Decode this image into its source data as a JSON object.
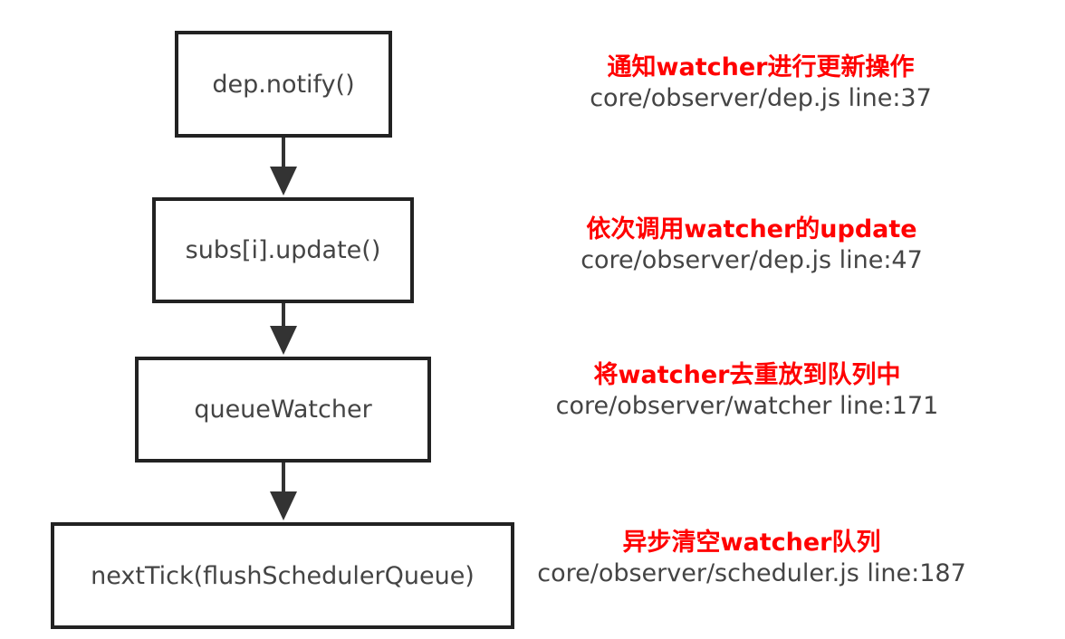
{
  "steps": [
    {
      "label": "dep.notify()",
      "note_title": "通知watcher进行更新操作",
      "note_path": "core/observer/dep.js  line:37"
    },
    {
      "label": "subs[i].update()",
      "note_title": "依次调用watcher的update",
      "note_path": "core/observer/dep.js  line:47"
    },
    {
      "label": "queueWatcher",
      "note_title": "将watcher去重放到队列中",
      "note_path": "core/observer/watcher  line:171"
    },
    {
      "label": "nextTick(flushSchedulerQueue)",
      "note_title": "异步清空watcher队列",
      "note_path": "core/observer/scheduler.js  line:187"
    }
  ],
  "colors": {
    "note_title": "#ff0000",
    "text": "#444444",
    "border": "#222222",
    "arrow": "#333333"
  }
}
